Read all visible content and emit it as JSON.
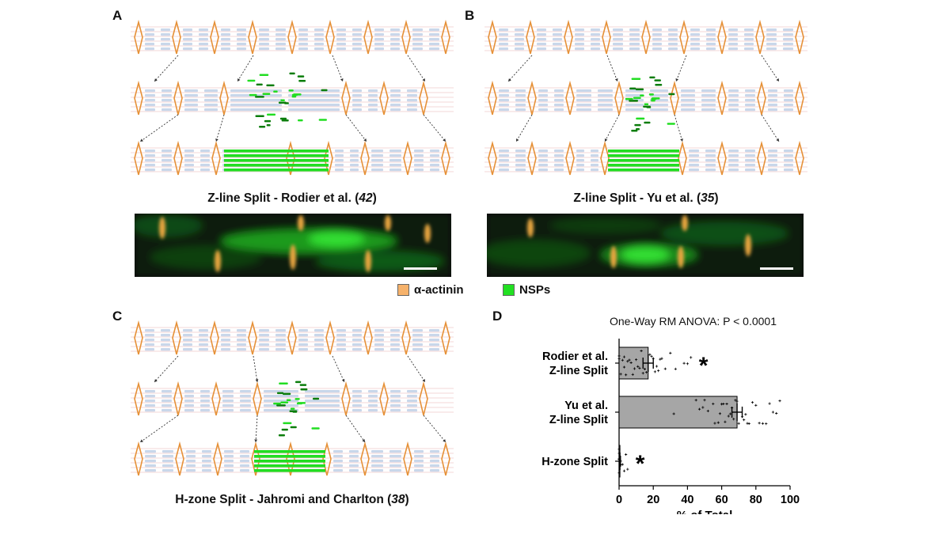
{
  "panels": {
    "A": {
      "letter": "A",
      "caption_main": "Z-line Split - Rodier et al. (",
      "caption_ref": "42",
      "caption_end": ")"
    },
    "B": {
      "letter": "B",
      "caption_main": "Z-line Split - Yu et al. (",
      "caption_ref": "35",
      "caption_end": ")"
    },
    "C": {
      "letter": "C",
      "caption_main": "H-zone Split - Jahromi and Charlton (",
      "caption_ref": "38",
      "caption_end": ")"
    },
    "D": {
      "letter": "D"
    }
  },
  "legend": {
    "items": [
      {
        "label": "α-actinin",
        "color": "#f6b26b"
      },
      {
        "label": "NSPs",
        "color": "#22e022"
      }
    ]
  },
  "colors": {
    "zline": "#e69138",
    "filament": "#c9d7ea",
    "nsp": "#22dd22",
    "bar": "#a6a6a6"
  },
  "chart_data": {
    "type": "bar",
    "orientation": "horizontal",
    "title": "One-Way RM ANOVA: P < 0.0001",
    "categories": [
      "Rodier et al.\nZ-line Split",
      "Yu et al.\nZ-line Split",
      "H-zone Split"
    ],
    "category_lines": [
      [
        "Rodier et al.",
        "Z-line Split"
      ],
      [
        "Yu et al.",
        "Z-line Split"
      ],
      [
        "H-zone Split"
      ]
    ],
    "values": [
      17,
      69,
      0.5
    ],
    "errors": [
      3,
      3,
      0.3
    ],
    "significance": [
      "*",
      "",
      "*"
    ],
    "xlabel": "% of Total",
    "xlim": [
      0,
      100
    ],
    "xticks": [
      0,
      20,
      40,
      60,
      80,
      100
    ],
    "points": [
      [
        0,
        0,
        1,
        2,
        3,
        3,
        4,
        5,
        6,
        7,
        8,
        9,
        10,
        11,
        12,
        13,
        14,
        15,
        16,
        18,
        19,
        20,
        21,
        22,
        23,
        24,
        25,
        27,
        30,
        33,
        38,
        40,
        42
      ],
      [
        32,
        45,
        47,
        49,
        50,
        52,
        55,
        56,
        58,
        59,
        60,
        61,
        62,
        63,
        64,
        65,
        66,
        67,
        68,
        69,
        70,
        72,
        73,
        74,
        75,
        76,
        78,
        80,
        82,
        84,
        86,
        88,
        90,
        92,
        94
      ],
      [
        0,
        0,
        0,
        0,
        0,
        1,
        1,
        2,
        3,
        4,
        5
      ]
    ]
  }
}
